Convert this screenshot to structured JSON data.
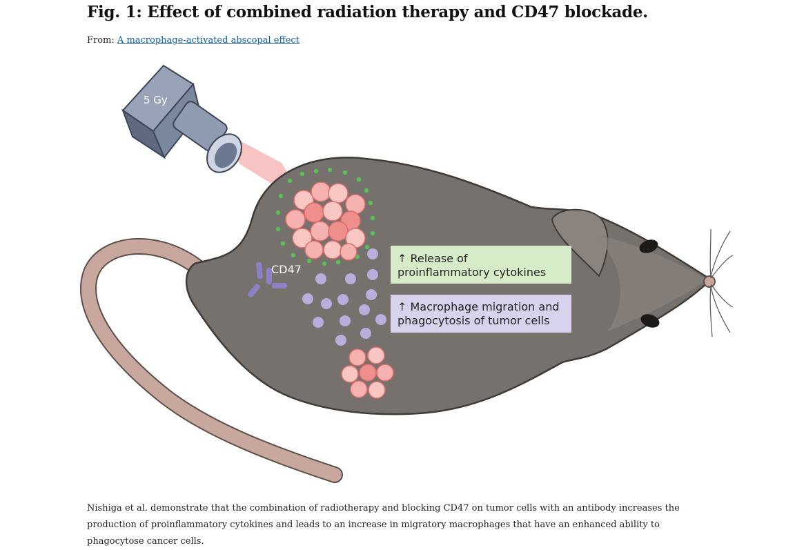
{
  "figure": {
    "title": "Fig. 1: Effect of combined radiation therapy and CD47 blockade.",
    "from_label": "From:",
    "source_link": "A macrophage-activated abscopal effect"
  },
  "diagram": {
    "source_label": "5 Gy",
    "antibody_label": "CD47",
    "box_cytokines": {
      "line1": "↑ Release of",
      "line2": "proinflammatory cytokines"
    },
    "box_macrophage": {
      "line1": "↑ Macrophage migration and",
      "line2": "phagocytosis of tumor cells"
    }
  },
  "caption": "Nishiga et al. demonstrate that the combination of radiotherapy and blocking CD47 on tumor cells with an antibody increases the production of proinflammatory cytokines and leads to an increase in migratory macrophages that have an enhanced ability to phagocytose cancer cells.",
  "colors": {
    "mouse_body": "#77716d",
    "tail": "#c8a79e",
    "beam": "#f6b9b8",
    "tumor": "#f5b2b0",
    "cytokine_dot": "#5bbf57",
    "macrophage": "#b8addb",
    "box_green": "#d6ecc8",
    "box_purple": "#d9d2ec"
  }
}
